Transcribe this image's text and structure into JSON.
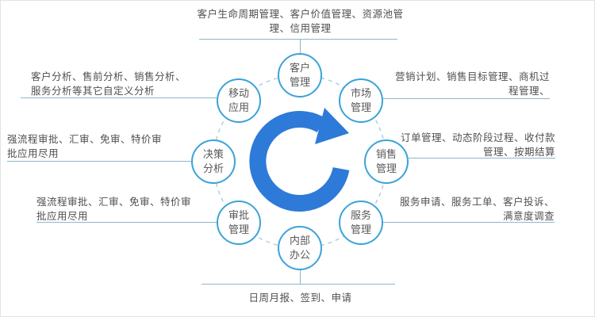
{
  "diagram": {
    "type": "cycle-diagram",
    "colors": {
      "arrow_blue": "#2e7ad9",
      "node_border_blue": "#3ba3d8",
      "connector_line": "#8fb7c7",
      "dashed_ring": "#a9d2e4",
      "text": "#4f4f4f"
    },
    "center_icon": "clockwise-circular-arrow-icon",
    "nodes": [
      {
        "name": "customer-management",
        "line1": "客户",
        "line2": "管理"
      },
      {
        "name": "market-management",
        "line1": "市场",
        "line2": "管理"
      },
      {
        "name": "sales-management",
        "line1": "销售",
        "line2": "管理"
      },
      {
        "name": "service-management",
        "line1": "服务",
        "line2": "管理"
      },
      {
        "name": "internal-office",
        "line1": "内部",
        "line2": "办公"
      },
      {
        "name": "approval-management",
        "line1": "审批",
        "line2": "管理"
      },
      {
        "name": "decision-analysis",
        "line1": "决策",
        "line2": "分析"
      },
      {
        "name": "mobile-apps",
        "line1": "移动",
        "line2": "应用"
      }
    ],
    "annotations": [
      {
        "position": "top",
        "line1": "客户生命周期管理、客户价值管理、资源池管",
        "line2": "理、信用管理"
      },
      {
        "position": "top-left",
        "line1": "客户分析、售前分析、销售分析、",
        "line2": "服务分析等其它自定义分析"
      },
      {
        "position": "left",
        "line1": "强流程审批、汇审、免审、特价审",
        "line2": "批应用尽用"
      },
      {
        "position": "bottom-left",
        "line1": "强流程审批、汇审、免审、特价审",
        "line2": "批应用尽用"
      },
      {
        "position": "bottom",
        "line1": "日周月报、签到、申请",
        "line2": ""
      },
      {
        "position": "bottom-right",
        "line1": "服务申请、服务工单、客户投诉、",
        "line2": "满意度调查"
      },
      {
        "position": "right",
        "line1": "订单管理、动态阶段过程、收付款",
        "line2": "管理、按期结算"
      },
      {
        "position": "top-right",
        "line1": "营销计划、销售目标管理、商机过",
        "line2": "程管理、"
      }
    ]
  }
}
